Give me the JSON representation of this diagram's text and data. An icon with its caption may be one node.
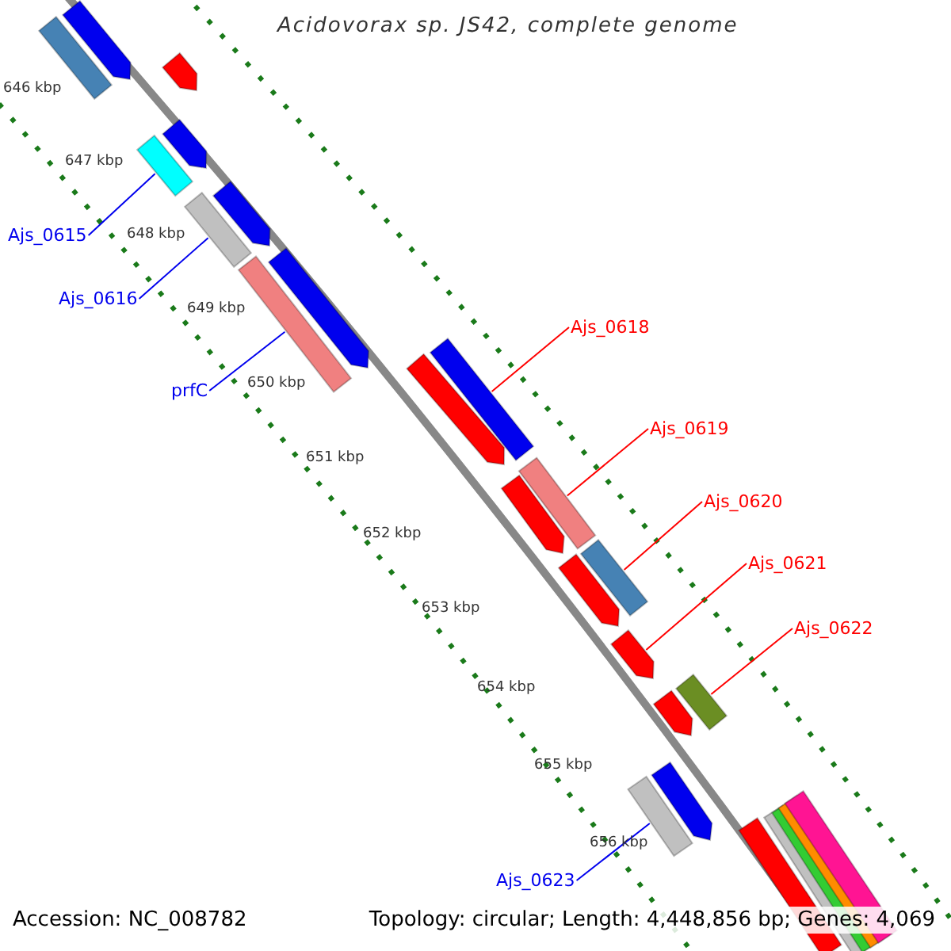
{
  "diagram": {
    "title": "Acidovorax sp. JS42, complete genome",
    "nodes": [
      {
        "text": [],
        "shape": "bar"
      },
      {
        "text": [],
        "shape": "arrow"
      },
      {
        "text": [],
        "shape": "arrow"
      },
      {
        "text": [
          "Ajs_0615"
        ]
      },
      {
        "text": [],
        "shape": "bar"
      },
      {
        "text": [],
        "shape": "arrow"
      },
      {
        "text": [
          "Ajs_0616"
        ]
      },
      {
        "text": [],
        "shape": "bar"
      },
      {
        "text": [],
        "shape": "arrow"
      },
      {
        "text": [
          "prfC"
        ]
      },
      {
        "text": [],
        "shape": "bar"
      },
      {
        "text": [],
        "shape": "arrow"
      },
      {
        "text": [],
        "shape": "arrow"
      },
      {
        "text": [
          "Ajs_0618"
        ]
      },
      {
        "text": [],
        "shape": "bar"
      },
      {
        "text": [],
        "shape": "arrow"
      },
      {
        "text": [
          "Ajs_0619"
        ]
      },
      {
        "text": [],
        "shape": "bar"
      },
      {
        "text": [],
        "shape": "arrow"
      },
      {
        "text": [
          "Ajs_0620"
        ]
      },
      {
        "text": [],
        "shape": "bar"
      },
      {
        "text": [
          "Ajs_0621"
        ]
      },
      {
        "text": [],
        "shape": "arrow"
      },
      {
        "text": [],
        "shape": "arrow"
      },
      {
        "text": [
          "Ajs_0622"
        ]
      },
      {
        "text": [],
        "shape": "bar"
      },
      {
        "text": [],
        "shape": "bar"
      },
      {
        "text": [],
        "shape": "arrow"
      },
      {
        "text": [
          "Ajs_0623"
        ]
      },
      {
        "text": [],
        "shape": "bar"
      },
      {
        "text": [],
        "shape": "bar"
      },
      {
        "text": [],
        "shape": "bar"
      },
      {
        "text": [],
        "shape": "bar"
      },
      {
        "text": [],
        "shape": "bar"
      }
    ],
    "edges": [
      {
        "from": 3,
        "to": 4,
        "arrow": "none",
        "color": "#0000ee"
      },
      {
        "from": 6,
        "to": 7,
        "arrow": "none",
        "color": "#0000ee"
      },
      {
        "from": 9,
        "to": 10,
        "arrow": "none",
        "color": "#0000ee"
      },
      {
        "from": 13,
        "to": 14,
        "arrow": "none"
      },
      {
        "from": 16,
        "to": 17,
        "arrow": "none"
      },
      {
        "from": 19,
        "to": 20,
        "arrow": "none"
      },
      {
        "from": 21,
        "to": 22,
        "arrow": "none"
      },
      {
        "from": 24,
        "to": 25,
        "arrow": "none"
      },
      {
        "from": 28,
        "to": 26,
        "arrow": "none",
        "color": "#0000ee"
      }
    ],
    "labels": [
      "646 kbp",
      "647 kbp",
      "648 kbp",
      "649 kbp",
      "650 kbp",
      "651 kbp",
      "652 kbp",
      "653 kbp",
      "654 kbp",
      "655 kbp",
      "656 kbp",
      "Accession: NC_008782",
      "Topology: circular; Length: 4,448,856 bp; Genes: 4,069"
    ]
  }
}
